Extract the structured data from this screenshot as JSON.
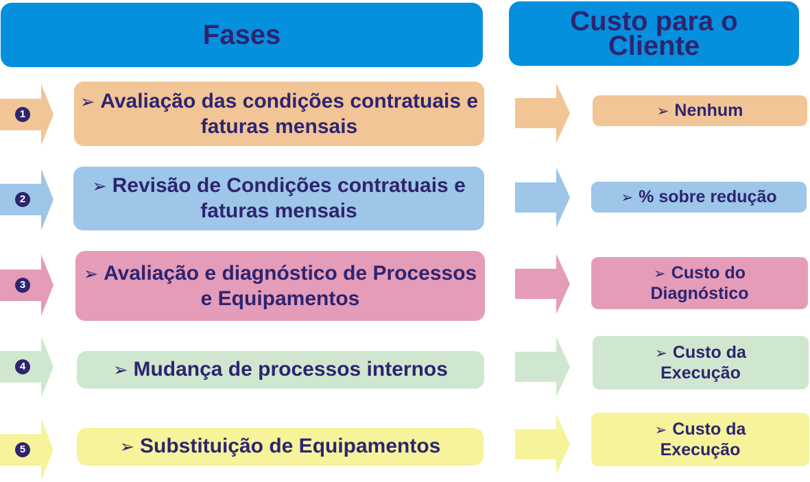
{
  "header": {
    "phases_title": "Fases",
    "cost_title": "Custo para o Cliente"
  },
  "bullet": "➢",
  "rows": [
    {
      "number": "1",
      "phase": "Avaliação das condições contratuais e faturas mensais",
      "cost": "Nenhum",
      "color": "#f2c596",
      "arrow_color": "#f2c596"
    },
    {
      "number": "2",
      "phase": "Revisão de Condições contratuais e faturas mensais",
      "cost": "% sobre redução",
      "color": "#9dc6e8",
      "arrow_color": "#9dc6e8"
    },
    {
      "number": "3",
      "phase": "Avaliação e diagnóstico de Processos e Equipamentos",
      "cost": "Custo do Diagnóstico",
      "color": "#e59cb9",
      "arrow_color": "#e59cb9"
    },
    {
      "number": "4",
      "phase": "Mudança de processos internos",
      "cost": "Custo da Execução",
      "color": "#d0e7cf",
      "arrow_color": "#d0e7cf"
    },
    {
      "number": "5",
      "phase": "Substituição de Equipamentos",
      "cost": "Custo da Execução",
      "color": "#f6f39a",
      "arrow_color": "#f6f39a"
    }
  ]
}
